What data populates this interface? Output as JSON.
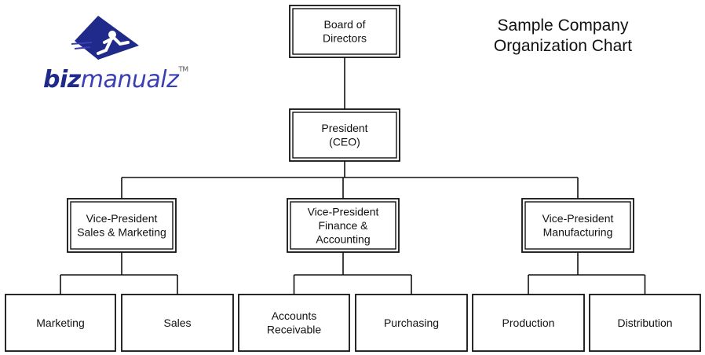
{
  "title": {
    "line1": "Sample Company",
    "line2": "Organization Chart"
  },
  "logo": {
    "part1": "biz",
    "part2": "manualz",
    "mark": "TM",
    "brand_color": "#1f2a8a",
    "accent_color": "#3b3fb5"
  },
  "org": {
    "board": {
      "name": "board-box",
      "lines": [
        "Board of",
        "Directors"
      ],
      "double": true
    },
    "president": {
      "name": "president-box",
      "lines": [
        "President",
        "(CEO)"
      ],
      "double": true
    },
    "vps": [
      {
        "name": "vp-sales-marketing-box",
        "lines": [
          "Vice-President",
          "Sales & Marketing"
        ],
        "double": true,
        "depts": [
          {
            "name": "dept-marketing-box",
            "lines": [
              "Marketing"
            ]
          },
          {
            "name": "dept-sales-box",
            "lines": [
              "Sales"
            ]
          }
        ]
      },
      {
        "name": "vp-finance-accounting-box",
        "lines": [
          "Vice-President",
          "Finance &",
          "Accounting"
        ],
        "double": true,
        "depts": [
          {
            "name": "dept-accounts-receivable-box",
            "lines": [
              "Accounts",
              "Receivable"
            ]
          },
          {
            "name": "dept-purchasing-box",
            "lines": [
              "Purchasing"
            ]
          }
        ]
      },
      {
        "name": "vp-manufacturing-box",
        "lines": [
          "Vice-President",
          "Manufacturing"
        ],
        "double": true,
        "depts": [
          {
            "name": "dept-production-box",
            "lines": [
              "Production"
            ]
          },
          {
            "name": "dept-distribution-box",
            "lines": [
              "Distribution"
            ]
          }
        ]
      }
    ]
  }
}
